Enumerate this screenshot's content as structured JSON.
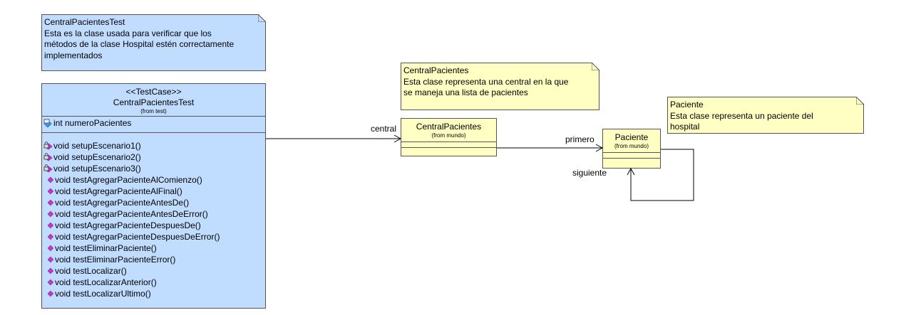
{
  "notes": {
    "test_note": {
      "lines": [
        "CentralPacientesTest",
        "Esta es la clase usada para verificar que los",
        "métodos de la clase Hospital estén correctamente",
        "implementados"
      ]
    },
    "central_note": {
      "lines": [
        "CentralPacientes",
        "Esta clase representa una central en la que",
        "se maneja una lista de pacientes"
      ]
    },
    "paciente_note": {
      "lines": [
        "Paciente",
        "Esta clase representa un paciente del",
        "hospital"
      ]
    }
  },
  "classes": {
    "test_class": {
      "stereotype": "<<TestCase>>",
      "name": "CentralPacientesTest",
      "from": "(from test)",
      "attributes": [
        {
          "text": "int numeroPacientes",
          "visibility": "protected-attribute-icon"
        }
      ],
      "operations": [
        {
          "text": "void setupEscenario1()",
          "visibility": "private-method-icon"
        },
        {
          "text": "void setupEscenario2()",
          "visibility": "private-method-icon"
        },
        {
          "text": "void setupEscenario3()",
          "visibility": "private-method-icon"
        },
        {
          "text": "void testAgregarPacienteAlComienzo()",
          "visibility": "public-method-icon"
        },
        {
          "text": "void testAgregarPacienteAlFinal()",
          "visibility": "public-method-icon"
        },
        {
          "text": "void testAgregarPacienteAntesDe()",
          "visibility": "public-method-icon"
        },
        {
          "text": "void testAgregarPacienteAntesDeError()",
          "visibility": "public-method-icon"
        },
        {
          "text": "void testAgregarPacienteDespuesDe()",
          "visibility": "public-method-icon"
        },
        {
          "text": "void testAgregarPacienteDespuesDeError()",
          "visibility": "public-method-icon"
        },
        {
          "text": "void testEliminarPaciente()",
          "visibility": "public-method-icon"
        },
        {
          "text": "void testEliminarPacienteError()",
          "visibility": "public-method-icon"
        },
        {
          "text": "void testLocalizar()",
          "visibility": "public-method-icon"
        },
        {
          "text": "void testLocalizarAnterior()",
          "visibility": "public-method-icon"
        },
        {
          "text": "void testLocalizarUltimo()",
          "visibility": "public-method-icon"
        }
      ]
    },
    "central_class": {
      "name": "CentralPacientes",
      "from": "(from mundo)"
    },
    "paciente_class": {
      "name": "Paciente",
      "from": "(from mundo)"
    }
  },
  "associations": {
    "central_role": "central",
    "primero_role": "primero",
    "siguiente_role": "siguiente"
  },
  "colors": {
    "blue_fill": "#c0dcff",
    "yellow_fill": "#ffffc4",
    "public_icon": "#cc33cc",
    "attribute_icon": "#3399ff"
  }
}
